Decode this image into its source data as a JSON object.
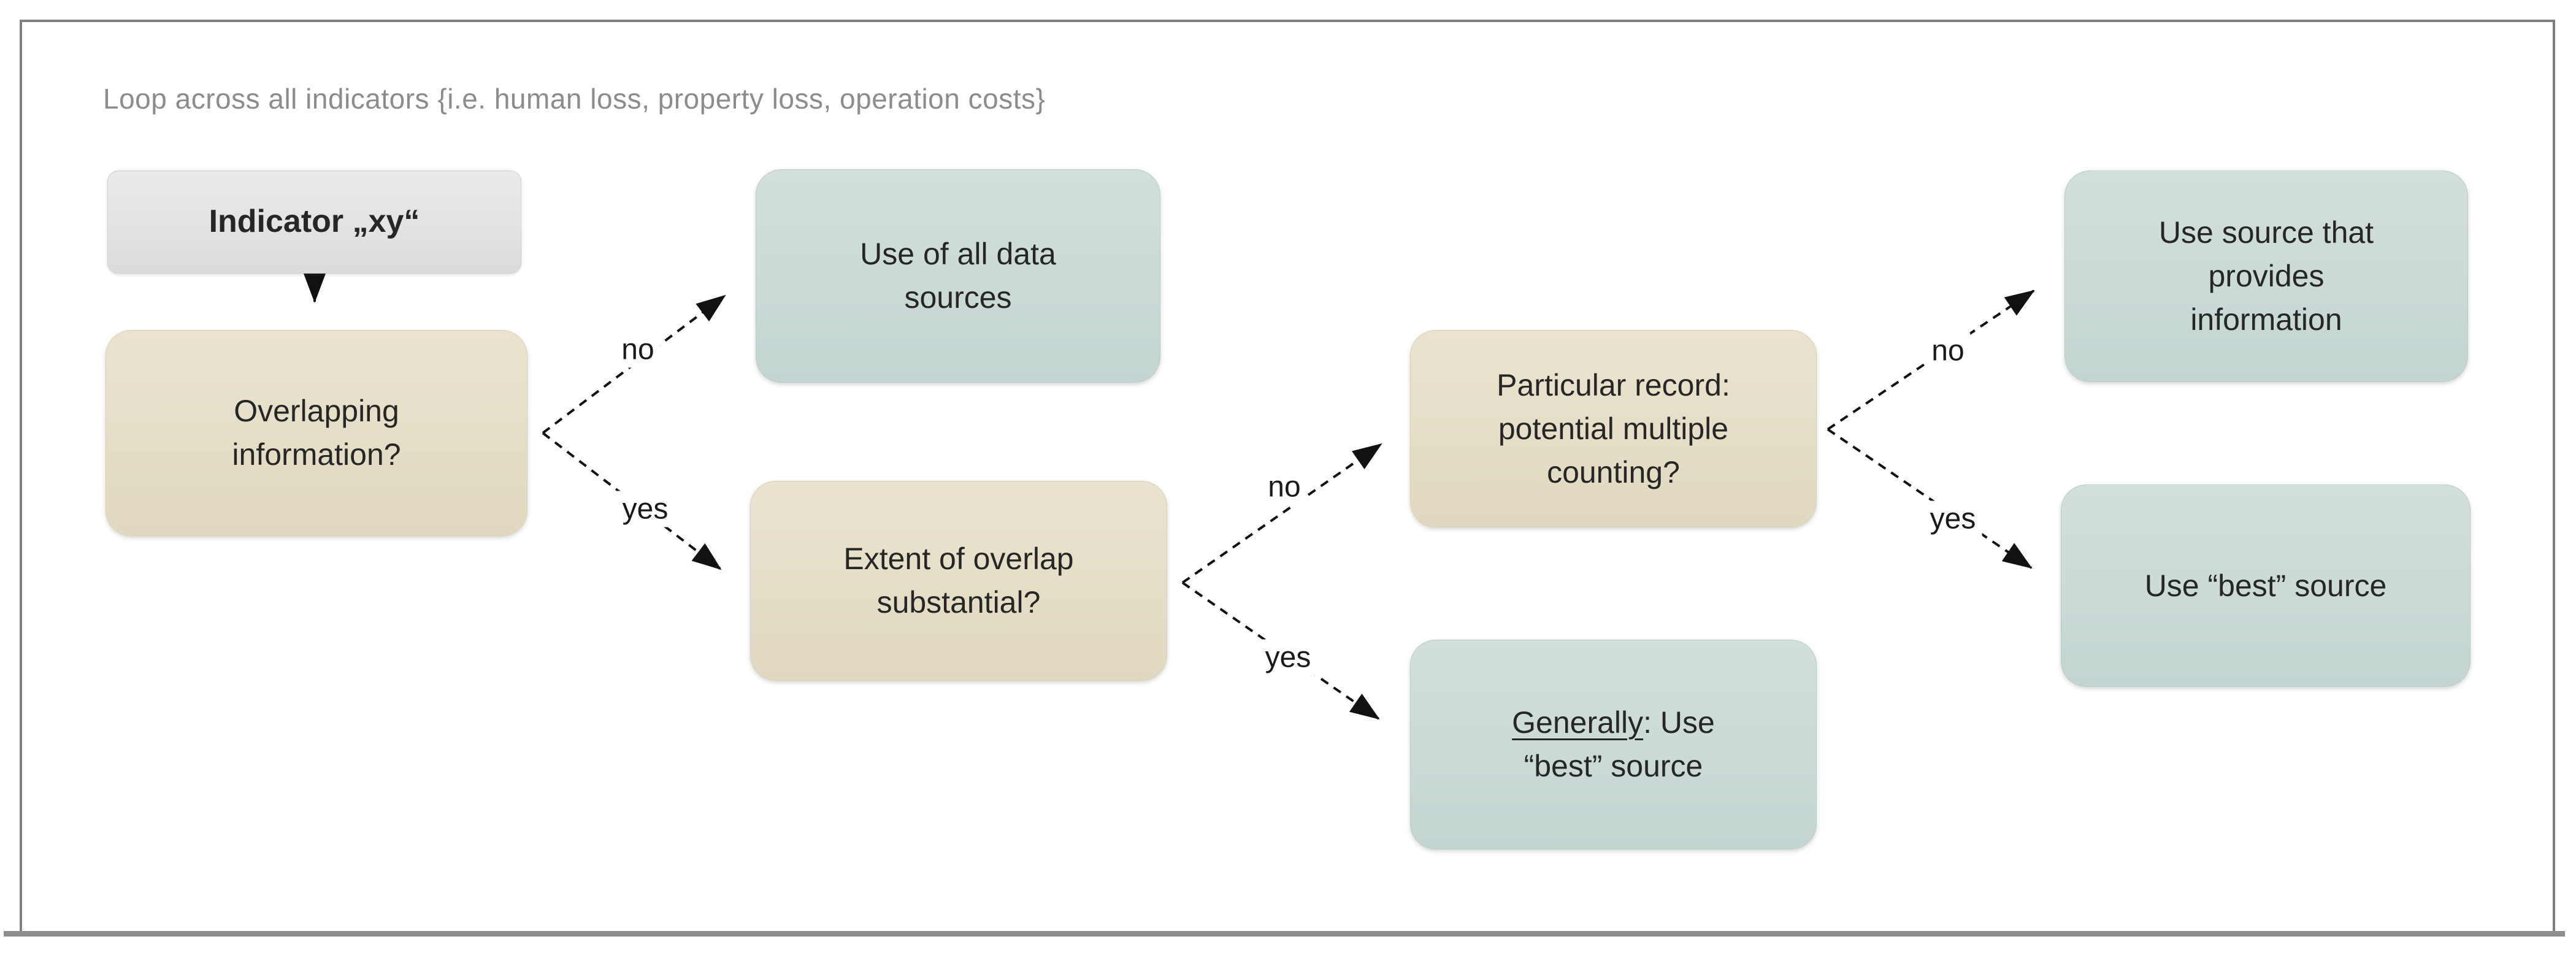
{
  "figure": {
    "caption": "Loop across all indicators {i.e. human loss, property loss, operation costs}"
  },
  "nodes": {
    "indicator": {
      "label": "Indicator „xy“"
    },
    "overlapping": {
      "label": "Overlapping\ninformation?"
    },
    "use_all_sources": {
      "label": "Use of all data\nsources"
    },
    "extent_overlap": {
      "label": "Extent of overlap\nsubstantial?"
    },
    "particular_record": {
      "label": "Particular record:\npotential multiple\ncounting?"
    },
    "generally_best": {
      "underline": "Generally",
      "rest": ": Use\n“best” source"
    },
    "use_source_provides": {
      "label": "Use source that\nprovides\ninformation"
    },
    "use_best": {
      "label": "Use “best” source"
    }
  },
  "edge_labels": {
    "overlapping_no": "no",
    "overlapping_yes": "yes",
    "extent_no": "no",
    "extent_yes": "yes",
    "particular_no": "no",
    "particular_yes": "yes"
  },
  "colors": {
    "tan_fill": "#e5dec7",
    "teal_fill": "#cbdad7",
    "gray_fill": "#e3e3e3",
    "frame_border": "#7f7f7f",
    "bottom_rule": "#8e8e8e",
    "caption_text": "#8c8c8c",
    "node_text": "#262626",
    "arrow": "#111111"
  }
}
